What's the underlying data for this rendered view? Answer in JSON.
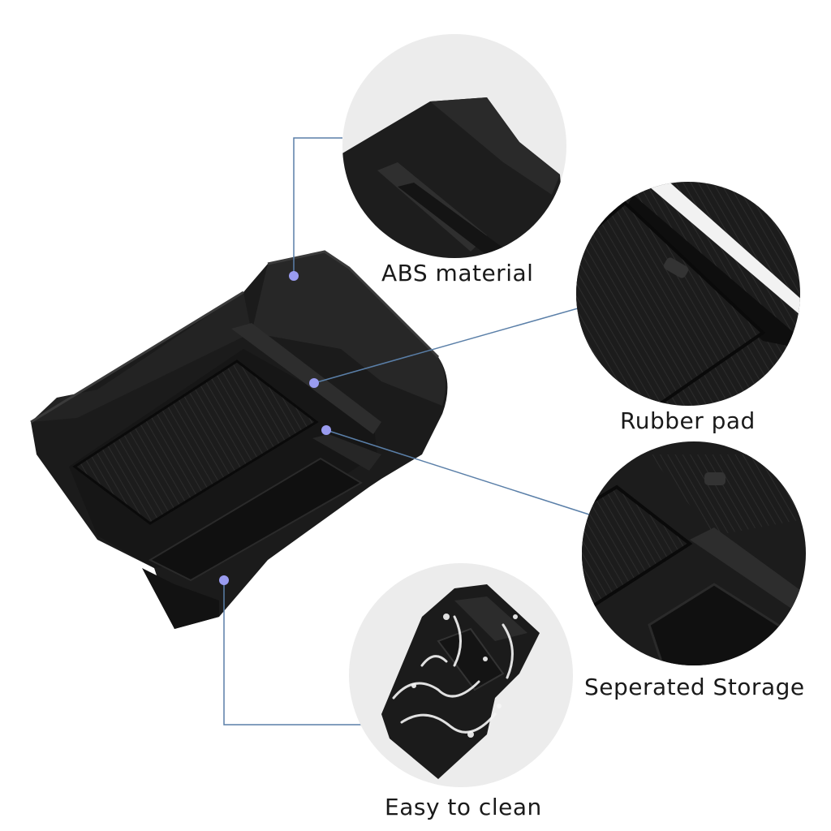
{
  "features": {
    "abs": {
      "label": "ABS material"
    },
    "rubber": {
      "label": "Rubber pad"
    },
    "storage": {
      "label": "Seperated Storage"
    },
    "clean": {
      "label": "Easy to clean"
    }
  },
  "colors": {
    "tray": "#1e1e1e",
    "tray_shadow": "#0f0f0f",
    "tray_highlight": "#3a3a3a",
    "callout_line": "#5a7fa8",
    "callout_dot": "#9a9cf0",
    "circle_bg": "#ececec",
    "label_text": "#1a1a1a",
    "background": "#ffffff"
  }
}
